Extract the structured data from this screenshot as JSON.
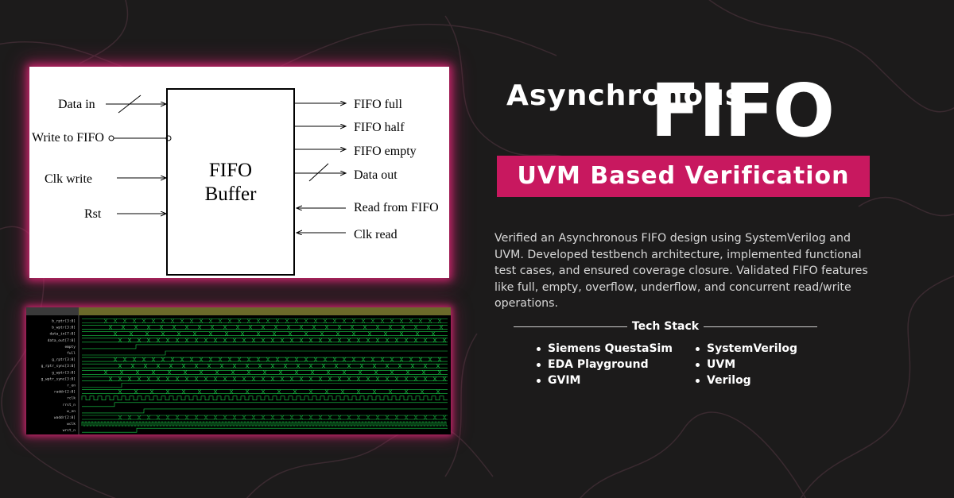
{
  "colors": {
    "background": "#1c1b1b",
    "accent": "#c8185f",
    "text": "#ffffff",
    "wave_green": "#19d24a"
  },
  "title": {
    "small": "Asynchronous",
    "big": "FIFO"
  },
  "subtitle": "UVM Based Verification",
  "description": "Verified an Asynchronous FIFO design using SystemVerilog and UVM. Developed testbench architecture, implemented functional test cases, and ensured coverage closure. Validated FIFO features like full, empty, overflow, underflow, and concurrent read/write operations.",
  "tech_stack": {
    "heading": "Tech Stack",
    "col1": [
      "Siemens QuestaSim",
      "EDA Playground",
      "GVIM"
    ],
    "col2": [
      "SystemVerilog",
      "UVM",
      "Verilog"
    ]
  },
  "diagram": {
    "block_line1": "FIFO",
    "block_line2": "Buffer",
    "inputs": [
      "Data in",
      "Write to FIFO",
      "Clk write",
      "Rst"
    ],
    "outputs": [
      "FIFO full",
      "FIFO half",
      "FIFO empty",
      "Data out",
      "Read from FIFO",
      "Clk read"
    ]
  },
  "waveform": {
    "signals": [
      "b_rptr[3:0]",
      "b_wptr[3:0]",
      "data_in[7:0]",
      "data_out[7:0]",
      "empty",
      "full",
      "g_rptr[3:0]",
      "g_rptr_sync[3:0]",
      "g_wptr[3:0]",
      "g_wptr_sync[3:0]",
      "r_en",
      "raddr[2:0]",
      "rclk",
      "rrst_n",
      "w_en",
      "waddr[2:0]",
      "wclk",
      "wrst_n"
    ]
  }
}
